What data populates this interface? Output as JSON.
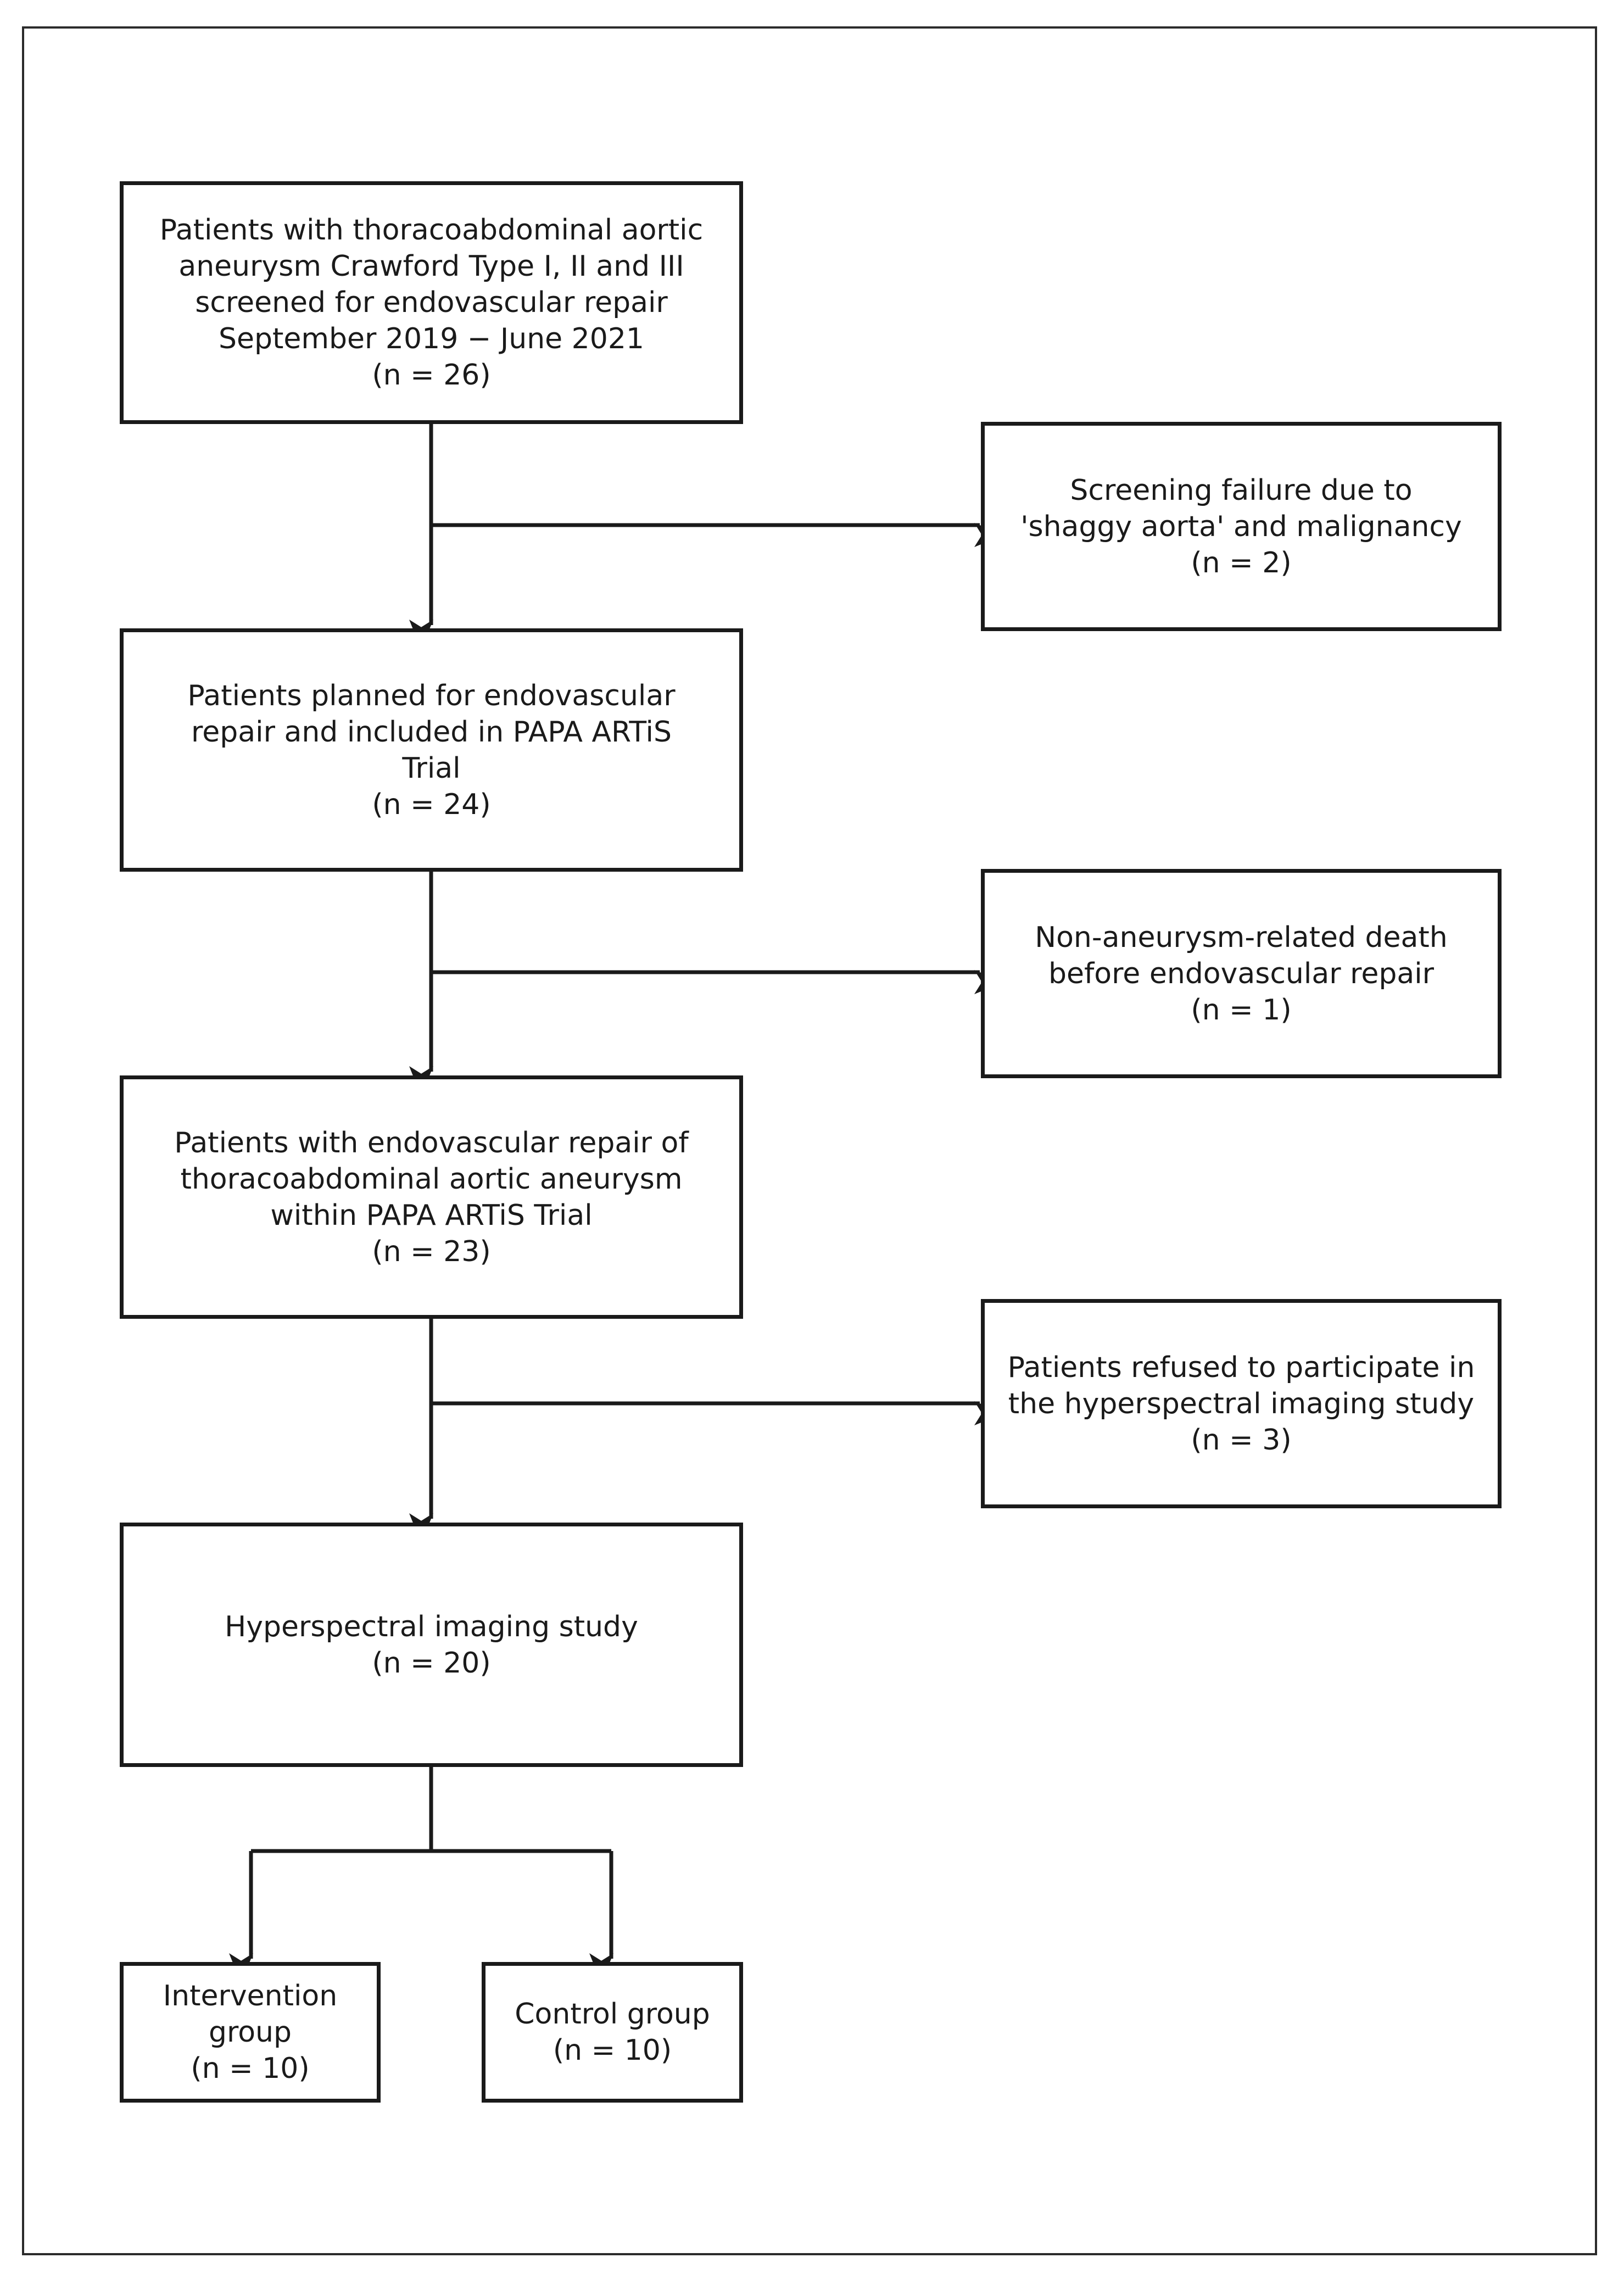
{
  "diagram": {
    "type": "flowchart",
    "boxes": {
      "screened": [
        "Patients with thoracoabdominal aortic",
        "aneurysm Crawford Type I, II and III",
        "screened for endovascular repair",
        "September 2019 − June 2021",
        "(n = 26)"
      ],
      "screen_fail": [
        "Screening failure due to",
        "'shaggy aorta' and malignancy",
        "(n = 2)"
      ],
      "planned": [
        "Patients planned for endovascular",
        "repair and included in PAPA ARTiS",
        "Trial",
        "(n = 24)"
      ],
      "death": [
        "Non-aneurysm-related death",
        "before endovascular repair",
        "(n = 1)"
      ],
      "repaired": [
        "Patients with endovascular repair of",
        "thoracoabdominal aortic aneurysm",
        "within PAPA ARTiS Trial",
        "(n = 23)"
      ],
      "refused": [
        "Patients refused to participate in",
        "the hyperspectral imaging study",
        "(n = 3)"
      ],
      "hsi": [
        "Hyperspectral imaging study",
        "(n = 20)"
      ],
      "intervention": [
        "Intervention",
        "group",
        "(n = 10)"
      ],
      "control": [
        "Control group",
        "(n = 10)"
      ]
    },
    "edges": [
      {
        "from": "screened",
        "to": "planned"
      },
      {
        "from": "screened",
        "to": "screen_fail"
      },
      {
        "from": "planned",
        "to": "repaired"
      },
      {
        "from": "planned",
        "to": "death"
      },
      {
        "from": "repaired",
        "to": "hsi"
      },
      {
        "from": "repaired",
        "to": "refused"
      },
      {
        "from": "hsi",
        "to": "intervention"
      },
      {
        "from": "hsi",
        "to": "control"
      }
    ]
  }
}
